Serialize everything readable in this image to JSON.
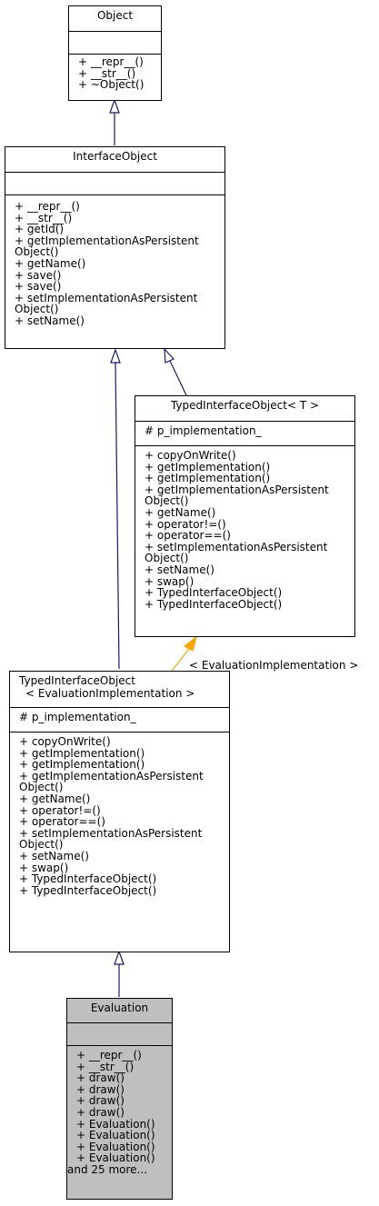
{
  "classes": {
    "object": {
      "name": "Object",
      "methods": [
        "+ __repr__()",
        "+ __str__()",
        "+ ~Object()"
      ]
    },
    "interface_object": {
      "name": "InterfaceObject",
      "methods": [
        "+ __repr__()",
        "+ __str__()",
        "+ getId()",
        "+ getImplementationAsPersistent",
        "Object()",
        "+ getName()",
        "+ save()",
        "+ save()",
        "+ setImplementationAsPersistent",
        "Object()",
        "+ setName()"
      ]
    },
    "typed_interface_object_t": {
      "name": "TypedInterfaceObject< T >",
      "attributes": [
        "# p_implementation_"
      ],
      "methods": [
        "+ copyOnWrite()",
        "+ getImplementation()",
        "+ getImplementation()",
        "+ getImplementationAsPersistent",
        "Object()",
        "+ getName()",
        "+ operator!=()",
        "+ operator==()",
        "+ setImplementationAsPersistent",
        "Object()",
        "+ setName()",
        "+ swap()",
        "+ TypedInterfaceObject()",
        "+ TypedInterfaceObject()"
      ]
    },
    "typed_interface_object_eval": {
      "name_line1": "TypedInterfaceObject",
      "name_line2": "< EvaluationImplementation >",
      "attributes": [
        "# p_implementation_"
      ],
      "methods": [
        "+ copyOnWrite()",
        "+ getImplementation()",
        "+ getImplementation()",
        "+ getImplementationAsPersistent",
        "Object()",
        "+ getName()",
        "+ operator!=()",
        "+ operator==()",
        "+ setImplementationAsPersistent",
        "Object()",
        "+ setName()",
        "+ swap()",
        "+ TypedInterfaceObject()",
        "+ TypedInterfaceObject()"
      ]
    },
    "evaluation": {
      "name": "Evaluation",
      "methods": [
        "+ __repr__()",
        "+ __str__()",
        "+ draw()",
        "+ draw()",
        "+ draw()",
        "+ draw()",
        "+ Evaluation()",
        "+ Evaluation()",
        "+ Evaluation()",
        "+ Evaluation()",
        "and 25 more..."
      ]
    }
  },
  "template_label": "< EvaluationImplementation >",
  "colors": {
    "inheritance_edge": "#191970",
    "template_edge": "#ffa500",
    "highlight_fill": "#bfbfbf"
  }
}
